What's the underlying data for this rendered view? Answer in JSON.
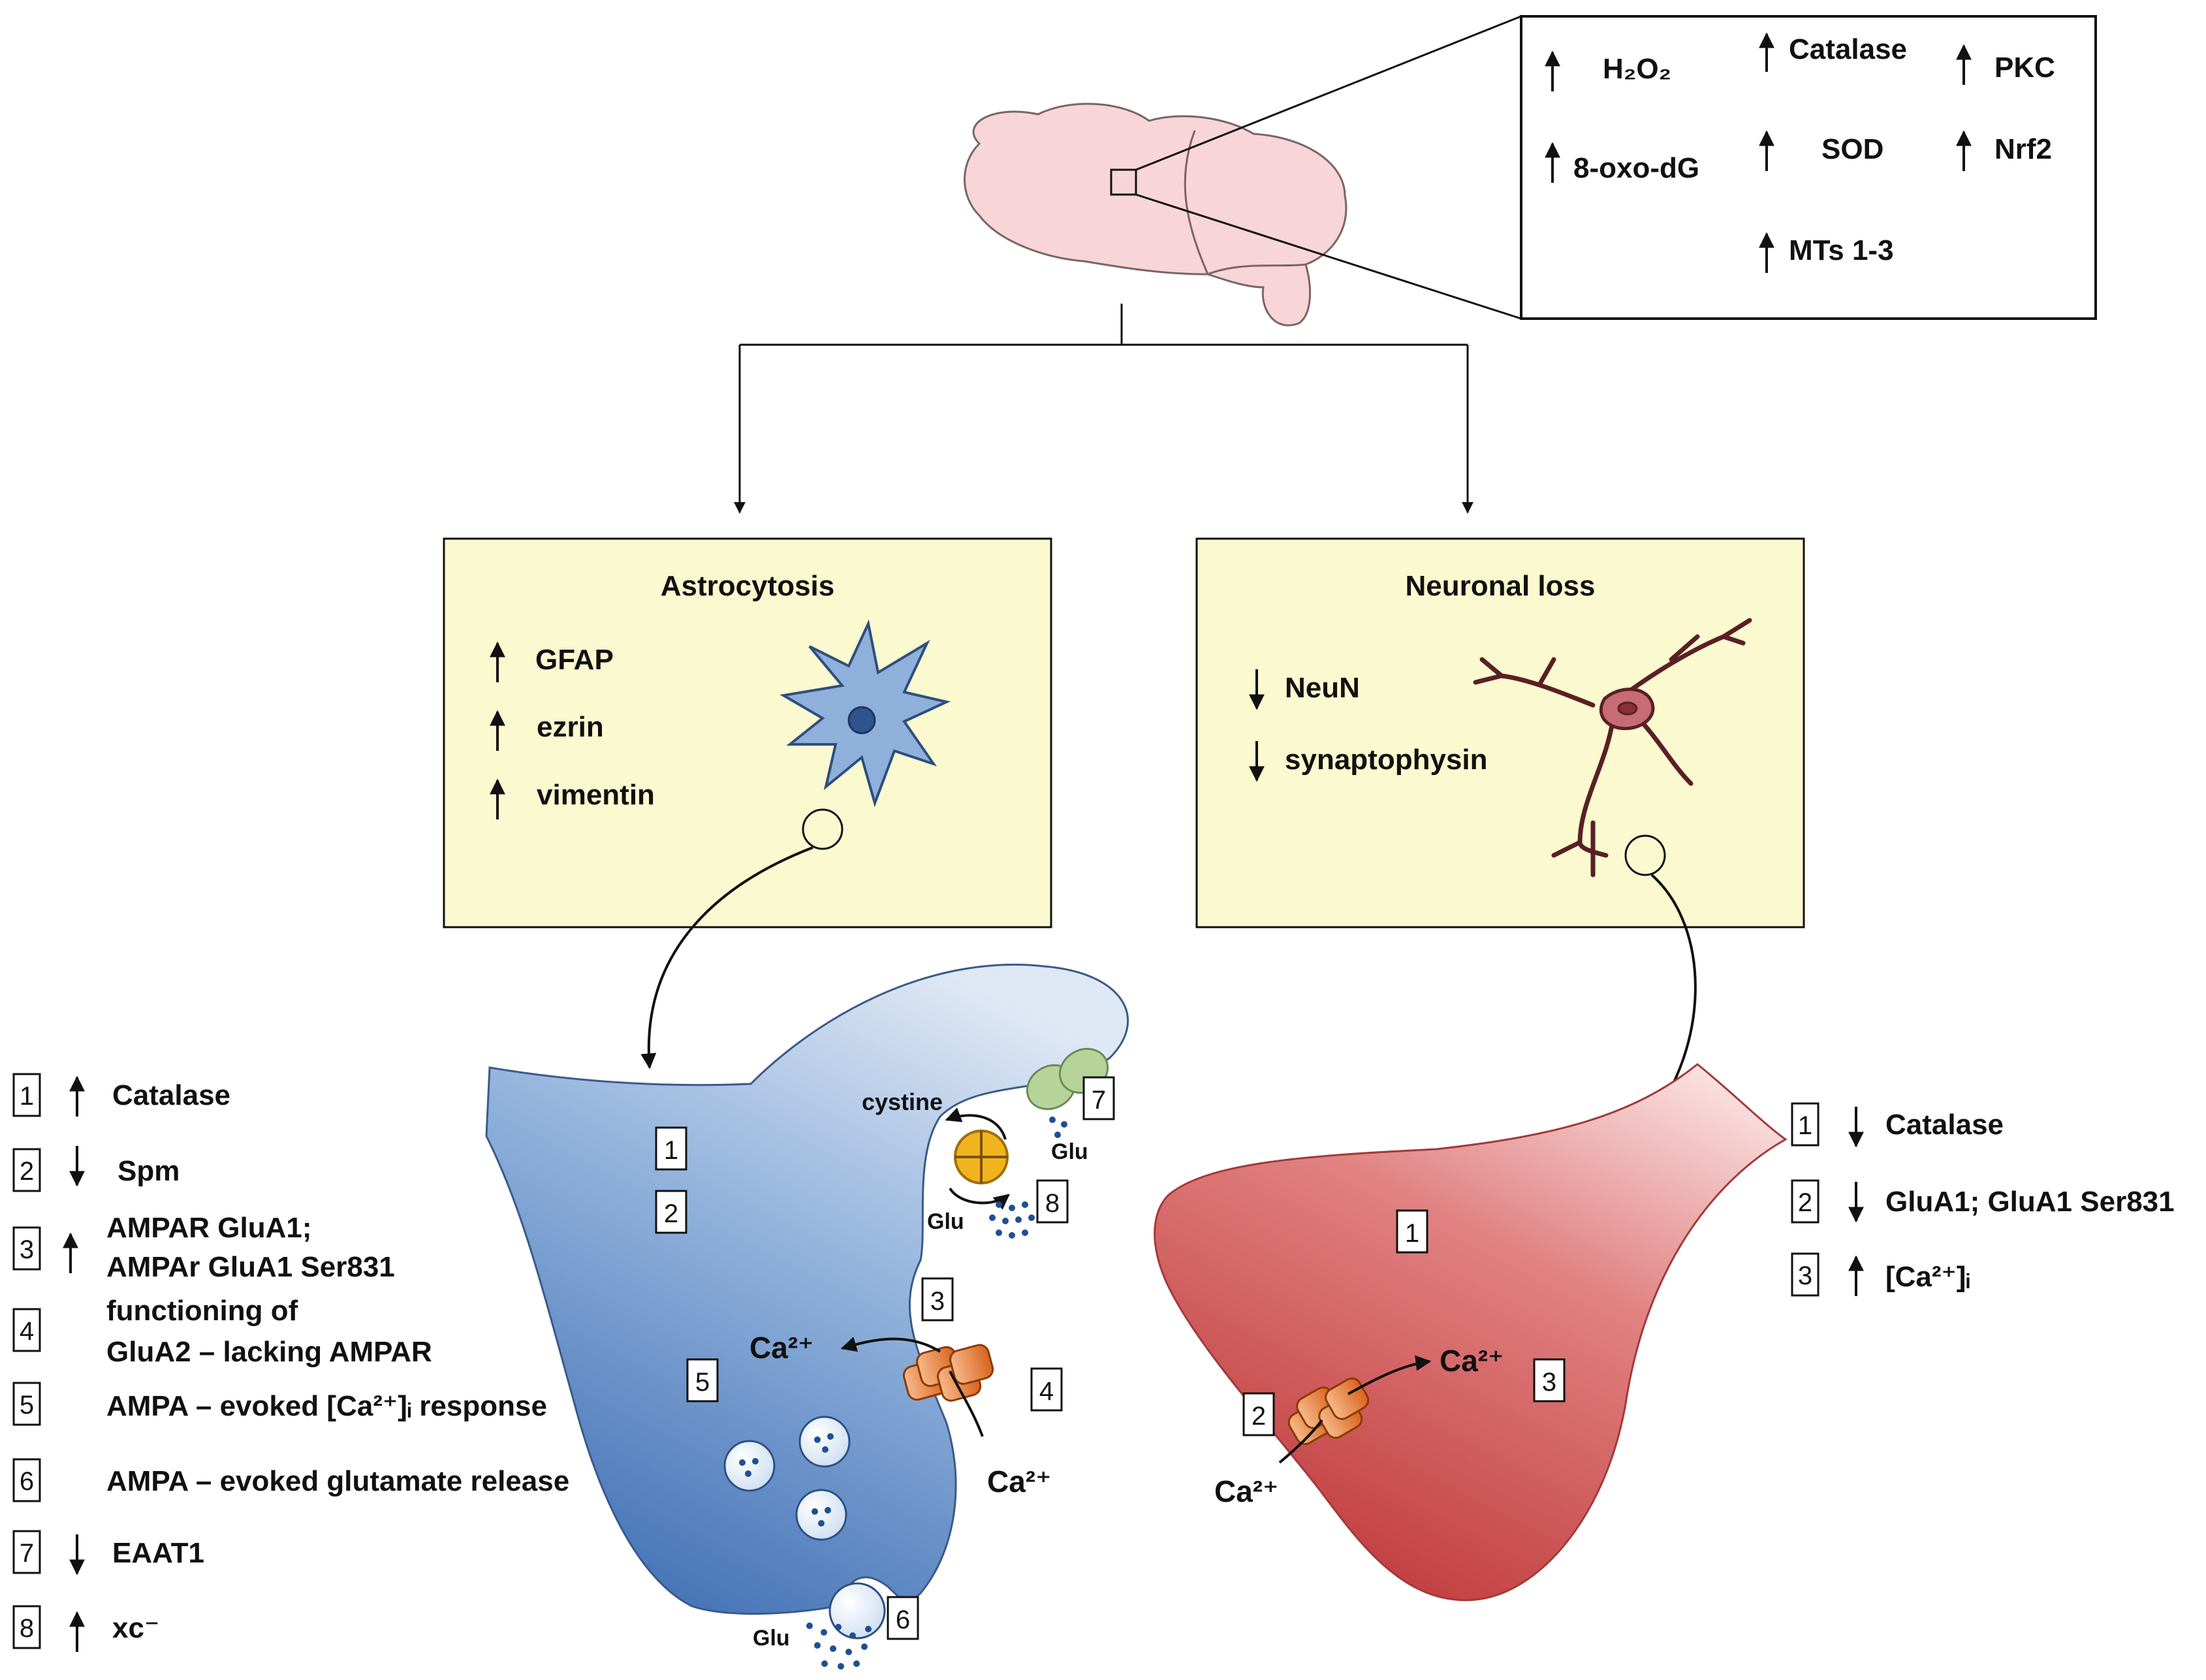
{
  "brain_box": {
    "items": [
      {
        "dir": "up",
        "text": "H₂O₂"
      },
      {
        "dir": "up",
        "text": "Catalase"
      },
      {
        "dir": "up",
        "text": "PKC"
      },
      {
        "dir": "up",
        "text": "8-oxo-dG"
      },
      {
        "dir": "up",
        "text": "SOD"
      },
      {
        "dir": "up",
        "text": "Nrf2"
      },
      {
        "dir": "up",
        "text": "MTs 1-3"
      }
    ]
  },
  "astro_panel": {
    "title": "Astrocytosis",
    "items": [
      {
        "dir": "up",
        "text": "GFAP"
      },
      {
        "dir": "up",
        "text": "ezrin"
      },
      {
        "dir": "up",
        "text": "vimentin"
      }
    ]
  },
  "neuron_panel": {
    "title": "Neuronal loss",
    "items": [
      {
        "dir": "down",
        "text": "NeuN"
      },
      {
        "dir": "down",
        "text": "synaptophysin"
      }
    ]
  },
  "astro_labels": {
    "cystine": "cystine",
    "glu_top": "Glu",
    "glu_mid": "Glu",
    "glu_bottom": "Glu",
    "ca_left": "Ca²⁺",
    "ca_bottom": "Ca²⁺"
  },
  "astro_badges": [
    "1",
    "2",
    "3",
    "4",
    "5",
    "6",
    "7",
    "8"
  ],
  "neuron_labels": {
    "ca_in": "Ca²⁺",
    "ca_out": "Ca²⁺"
  },
  "neuron_badges": [
    "1",
    "2",
    "3"
  ],
  "left_legend": [
    {
      "num": "1",
      "dir": "up",
      "lines": [
        "Catalase"
      ]
    },
    {
      "num": "2",
      "dir": "down",
      "lines": [
        "Spm"
      ]
    },
    {
      "num": "3",
      "dir": "up",
      "lines": [
        "AMPAR GluA1;",
        "AMPAr GluA1 Ser831"
      ]
    },
    {
      "num": "4",
      "dir": "none",
      "lines": [
        "functioning of",
        "GluA2 – lacking AMPAR"
      ]
    },
    {
      "num": "5",
      "dir": "none",
      "lines": [
        "AMPA – evoked [Ca²⁺]ᵢ response"
      ]
    },
    {
      "num": "6",
      "dir": "none",
      "lines": [
        "AMPA – evoked glutamate release"
      ]
    },
    {
      "num": "7",
      "dir": "down",
      "lines": [
        "EAAT1"
      ]
    },
    {
      "num": "8",
      "dir": "up",
      "lines": [
        "xc⁻"
      ]
    }
  ],
  "right_legend": [
    {
      "num": "1",
      "dir": "down",
      "lines": [
        "Catalase"
      ]
    },
    {
      "num": "2",
      "dir": "down",
      "lines": [
        "GluA1; GluA1 Ser831"
      ]
    },
    {
      "num": "3",
      "dir": "up",
      "lines": [
        "[Ca²⁺]ᵢ"
      ]
    }
  ],
  "colors": {
    "panel_fill": "#fbf9cf",
    "brain_fill": "#f7d5d8",
    "astro_dark": "#4878b8",
    "astro_light": "#d4e2f2",
    "neuron_dark": "#c23c3c",
    "neuron_light": "#fde8e8",
    "channel_orange": "#e8752a",
    "transporter_green": "#a9c98a",
    "antiporter_yellow": "#f2b41e"
  }
}
